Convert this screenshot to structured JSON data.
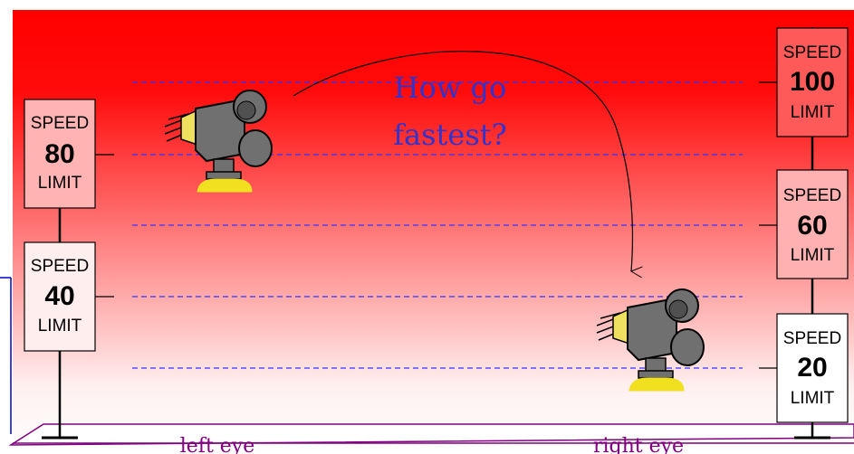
{
  "question": [
    "How go",
    "fastest?"
  ],
  "eye_labels": {
    "left": "left eye",
    "right": "right eye"
  },
  "signs": {
    "left": [
      {
        "top": "SPEED",
        "number": "80",
        "bottom": "LIMIT"
      },
      {
        "top": "SPEED",
        "number": "40",
        "bottom": "LIMIT"
      }
    ],
    "right": [
      {
        "top": "SPEED",
        "number": "100",
        "bottom": "LIMIT"
      },
      {
        "top": "SPEED",
        "number": "60",
        "bottom": "LIMIT"
      },
      {
        "top": "SPEED",
        "number": "20",
        "bottom": "LIMIT"
      }
    ]
  },
  "colors": {
    "gradient_top": "#ff0000",
    "gradient_bottom": "#ffffff",
    "dashed_lines": "#3333ff",
    "question_text": "#3333cc",
    "eye_labels": "#800080",
    "ground_plane": "#800080",
    "left_frame": "#0000cc"
  },
  "icons": [
    "movie-camera-icon-left",
    "movie-camera-icon-right",
    "curved-arrow"
  ]
}
